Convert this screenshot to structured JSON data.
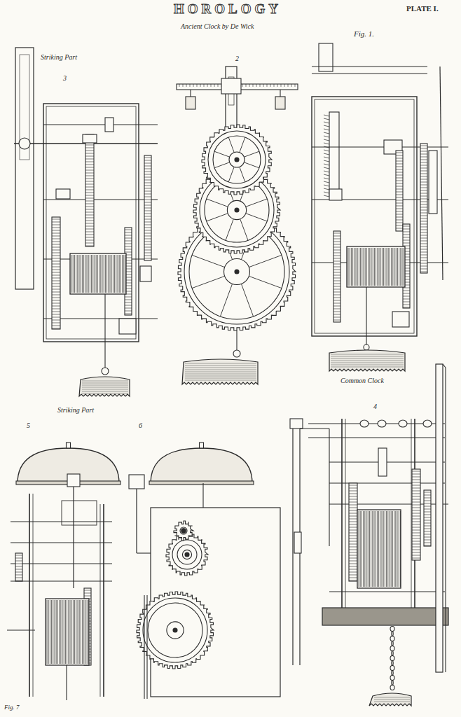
{
  "diagram": {
    "title": "HOROLOGY",
    "labels": [
      "PLATE I.",
      "Ancient Clock by De Wick",
      "Fig. 1.",
      "Striking Part",
      "3",
      "2",
      "Common Clock",
      "4",
      "Striking Part",
      "5",
      "6",
      "Fig. 7"
    ]
  }
}
